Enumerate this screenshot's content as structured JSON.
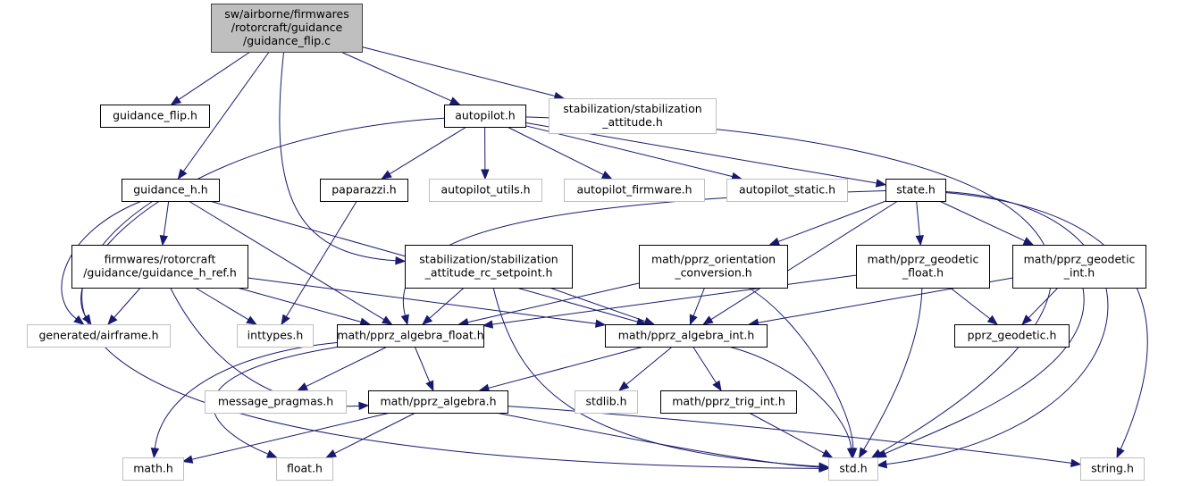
{
  "title": "sw/airborne/firmwares/rotorcraft/guidance/guidance_flip.c include dependency graph",
  "colors": {
    "edge": "#191970",
    "root_fill": "#bfbfbf",
    "root_stroke": "#404040",
    "documented_stroke": "#000000",
    "external_stroke": "#bfbfbf"
  },
  "nodes": [
    {
      "id": "root",
      "lines": [
        "sw/airborne/firmwares",
        "/rotorcraft/guidance",
        "/guidance_flip.c"
      ],
      "kind": "root"
    },
    {
      "id": "guidance_flip_h",
      "lines": [
        "guidance_flip.h"
      ],
      "kind": "documented"
    },
    {
      "id": "autopilot_h",
      "lines": [
        "autopilot.h"
      ],
      "kind": "documented"
    },
    {
      "id": "stab_attitude_h",
      "lines": [
        "stabilization/stabilization",
        "_attitude.h"
      ],
      "kind": "external"
    },
    {
      "id": "guidance_h_h",
      "lines": [
        "guidance_h.h"
      ],
      "kind": "documented"
    },
    {
      "id": "paparazzi_h",
      "lines": [
        "paparazzi.h"
      ],
      "kind": "documented"
    },
    {
      "id": "autopilot_utils_h",
      "lines": [
        "autopilot_utils.h"
      ],
      "kind": "external"
    },
    {
      "id": "autopilot_firmware_h",
      "lines": [
        "autopilot_firmware.h"
      ],
      "kind": "external"
    },
    {
      "id": "autopilot_static_h",
      "lines": [
        "autopilot_static.h"
      ],
      "kind": "external"
    },
    {
      "id": "state_h",
      "lines": [
        "state.h"
      ],
      "kind": "documented"
    },
    {
      "id": "guidance_h_ref_h",
      "lines": [
        "firmwares/rotorcraft",
        "/guidance/guidance_h_ref.h"
      ],
      "kind": "documented"
    },
    {
      "id": "stab_rc_setpoint_h",
      "lines": [
        "stabilization/stabilization",
        "_attitude_rc_setpoint.h"
      ],
      "kind": "documented"
    },
    {
      "id": "orientation_conv_h",
      "lines": [
        "math/pprz_orientation",
        "_conversion.h"
      ],
      "kind": "documented"
    },
    {
      "id": "geodetic_float_h",
      "lines": [
        "math/pprz_geodetic",
        "_float.h"
      ],
      "kind": "documented"
    },
    {
      "id": "geodetic_int_h",
      "lines": [
        "math/pprz_geodetic",
        "_int.h"
      ],
      "kind": "documented"
    },
    {
      "id": "airframe_h",
      "lines": [
        "generated/airframe.h"
      ],
      "kind": "external"
    },
    {
      "id": "inttypes_h",
      "lines": [
        "inttypes.h"
      ],
      "kind": "external"
    },
    {
      "id": "algebra_float_h",
      "lines": [
        "math/pprz_algebra_float.h"
      ],
      "kind": "documented"
    },
    {
      "id": "algebra_int_h",
      "lines": [
        "math/pprz_algebra_int.h"
      ],
      "kind": "documented"
    },
    {
      "id": "pprz_geodetic_h",
      "lines": [
        "pprz_geodetic.h"
      ],
      "kind": "documented"
    },
    {
      "id": "message_pragmas_h",
      "lines": [
        "message_pragmas.h"
      ],
      "kind": "external"
    },
    {
      "id": "algebra_h",
      "lines": [
        "math/pprz_algebra.h"
      ],
      "kind": "documented"
    },
    {
      "id": "stdlib_h",
      "lines": [
        "stdlib.h"
      ],
      "kind": "external"
    },
    {
      "id": "trig_int_h",
      "lines": [
        "math/pprz_trig_int.h"
      ],
      "kind": "documented"
    },
    {
      "id": "math_h",
      "lines": [
        "math.h"
      ],
      "kind": "external"
    },
    {
      "id": "float_h",
      "lines": [
        "float.h"
      ],
      "kind": "external"
    },
    {
      "id": "std_h",
      "lines": [
        "std.h"
      ],
      "kind": "external"
    },
    {
      "id": "string_h",
      "lines": [
        "string.h"
      ],
      "kind": "external"
    }
  ],
  "edges": [
    {
      "from": "root",
      "to": "guidance_flip_h"
    },
    {
      "from": "root",
      "to": "autopilot_h"
    },
    {
      "from": "root",
      "to": "stab_attitude_h"
    },
    {
      "from": "root",
      "to": "guidance_h_h"
    },
    {
      "from": "root",
      "to": "stab_rc_setpoint_h"
    },
    {
      "from": "autopilot_h",
      "to": "paparazzi_h"
    },
    {
      "from": "autopilot_h",
      "to": "autopilot_utils_h"
    },
    {
      "from": "autopilot_h",
      "to": "autopilot_firmware_h"
    },
    {
      "from": "autopilot_h",
      "to": "autopilot_static_h"
    },
    {
      "from": "autopilot_h",
      "to": "state_h"
    },
    {
      "from": "autopilot_h",
      "to": "airframe_h"
    },
    {
      "from": "autopilot_h",
      "to": "std_h"
    },
    {
      "from": "guidance_h_h",
      "to": "guidance_h_ref_h"
    },
    {
      "from": "guidance_h_h",
      "to": "airframe_h"
    },
    {
      "from": "guidance_h_h",
      "to": "algebra_float_h"
    },
    {
      "from": "guidance_h_h",
      "to": "algebra_int_h"
    },
    {
      "from": "guidance_h_h",
      "to": "std_h"
    },
    {
      "from": "paparazzi_h",
      "to": "inttypes_h"
    },
    {
      "from": "state_h",
      "to": "orientation_conv_h"
    },
    {
      "from": "state_h",
      "to": "geodetic_float_h"
    },
    {
      "from": "state_h",
      "to": "geodetic_int_h"
    },
    {
      "from": "state_h",
      "to": "algebra_float_h"
    },
    {
      "from": "state_h",
      "to": "algebra_int_h"
    },
    {
      "from": "state_h",
      "to": "std_h"
    },
    {
      "from": "state_h",
      "to": "string_h"
    },
    {
      "from": "guidance_h_ref_h",
      "to": "airframe_h"
    },
    {
      "from": "guidance_h_ref_h",
      "to": "inttypes_h"
    },
    {
      "from": "guidance_h_ref_h",
      "to": "algebra_float_h"
    },
    {
      "from": "guidance_h_ref_h",
      "to": "algebra_int_h"
    },
    {
      "from": "guidance_h_ref_h",
      "to": "algebra_h"
    },
    {
      "from": "stab_rc_setpoint_h",
      "to": "algebra_float_h"
    },
    {
      "from": "stab_rc_setpoint_h",
      "to": "algebra_int_h"
    },
    {
      "from": "stab_rc_setpoint_h",
      "to": "std_h"
    },
    {
      "from": "orientation_conv_h",
      "to": "algebra_float_h"
    },
    {
      "from": "orientation_conv_h",
      "to": "algebra_int_h"
    },
    {
      "from": "orientation_conv_h",
      "to": "std_h"
    },
    {
      "from": "geodetic_float_h",
      "to": "algebra_float_h"
    },
    {
      "from": "geodetic_float_h",
      "to": "pprz_geodetic_h"
    },
    {
      "from": "geodetic_float_h",
      "to": "std_h"
    },
    {
      "from": "geodetic_int_h",
      "to": "algebra_int_h"
    },
    {
      "from": "geodetic_int_h",
      "to": "pprz_geodetic_h"
    },
    {
      "from": "geodetic_int_h",
      "to": "std_h"
    },
    {
      "from": "algebra_float_h",
      "to": "message_pragmas_h"
    },
    {
      "from": "algebra_float_h",
      "to": "algebra_h"
    },
    {
      "from": "algebra_float_h",
      "to": "math_h"
    },
    {
      "from": "algebra_float_h",
      "to": "float_h"
    },
    {
      "from": "algebra_int_h",
      "to": "algebra_h"
    },
    {
      "from": "algebra_int_h",
      "to": "stdlib_h"
    },
    {
      "from": "algebra_int_h",
      "to": "trig_int_h"
    },
    {
      "from": "algebra_int_h",
      "to": "std_h"
    },
    {
      "from": "algebra_h",
      "to": "math_h"
    },
    {
      "from": "algebra_h",
      "to": "float_h"
    },
    {
      "from": "algebra_h",
      "to": "std_h"
    },
    {
      "from": "algebra_h",
      "to": "string_h"
    },
    {
      "from": "trig_int_h",
      "to": "std_h"
    }
  ]
}
